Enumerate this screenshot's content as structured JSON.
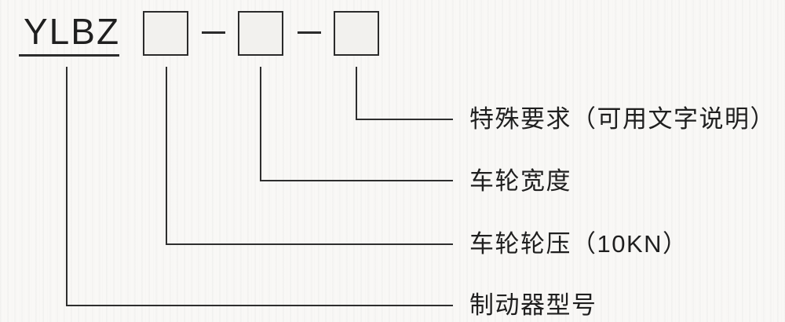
{
  "colors": {
    "paper": "#f9f8f6",
    "ink": "#2e2e2e",
    "text": "#1f1f1f",
    "box_fill": "#f2f1ee"
  },
  "diagram": {
    "model_prefix": "YLBZ",
    "code_boxes": [
      "",
      "",
      ""
    ],
    "callouts": [
      {
        "label": "特殊要求（可用文字说明）"
      },
      {
        "label": "车轮宽度"
      },
      {
        "label": "车轮轮压（10KN）"
      },
      {
        "label": "制动器型号"
      }
    ]
  }
}
